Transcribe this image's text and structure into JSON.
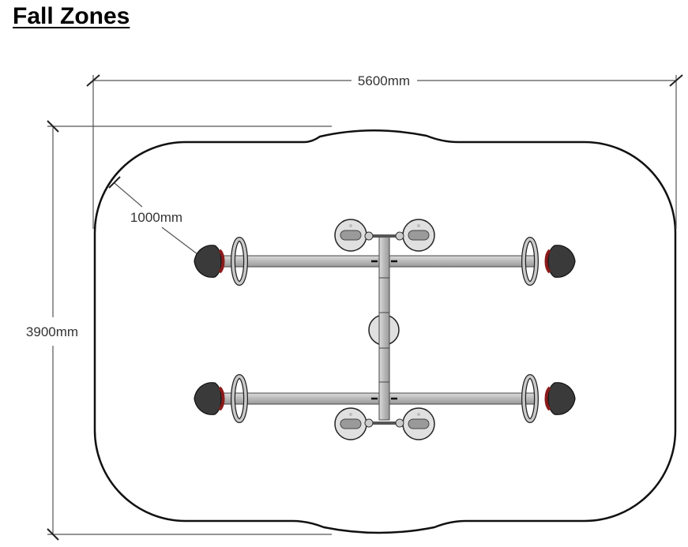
{
  "title": "Fall Zones",
  "dimensions": {
    "width_label": "5600mm",
    "height_label": "3900mm",
    "clearance_label": "1000mm"
  },
  "colors": {
    "outline": "#111111",
    "dimension_line": "#555555",
    "frame_metal": "#c4c4c4",
    "seat_dark": "#3a3a3a",
    "seat_accent": "#8b1a1a",
    "spring_disc": "#e0e0e0"
  }
}
